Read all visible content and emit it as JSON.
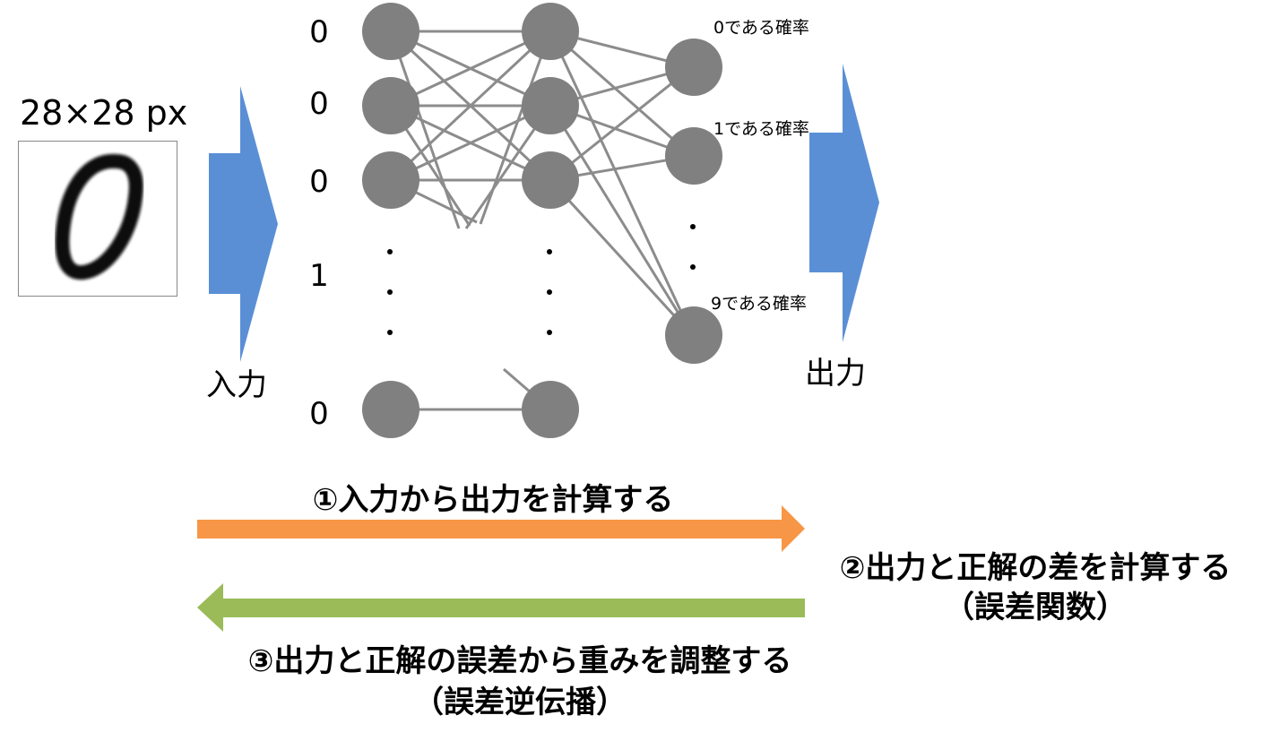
{
  "input_image": {
    "size_label": "28×28 px",
    "digit": "0"
  },
  "input_arrow_label": "入力",
  "output_arrow_label": "出力",
  "input_values": [
    "0",
    "0",
    "0",
    "1",
    "0"
  ],
  "output_labels": [
    "0である確率",
    "1である確率",
    "9である確率"
  ],
  "steps": {
    "forward": "①入力から出力を計算する",
    "loss_title": "②出力と正解の差を計算する",
    "loss_sub": "（誤差関数）",
    "backprop_title": "③出力と正解の誤差から重みを調整する",
    "backprop_sub": "（誤差逆伝播）"
  },
  "colors": {
    "node": "#808080",
    "edge": "#8c8c8c",
    "io_arrow": "#5a8fd6",
    "forward_arrow": "#f79646",
    "backward_arrow": "#9bbb59"
  }
}
